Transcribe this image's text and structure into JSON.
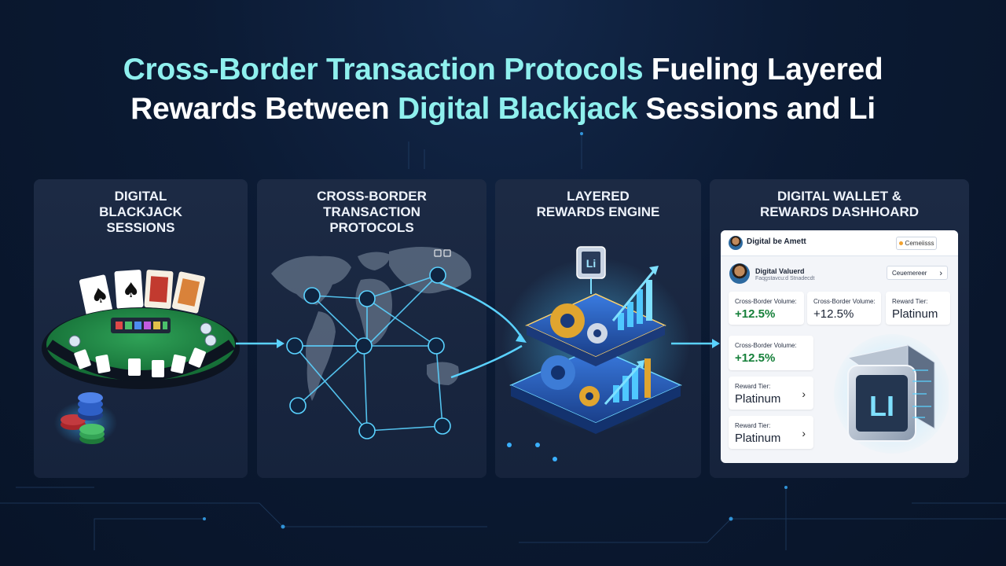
{
  "title": {
    "line1": [
      {
        "text": "Cross-Border Transaction Protocols",
        "accent": true
      },
      {
        "text": " Fueling Layered",
        "accent": false
      }
    ],
    "line2": [
      {
        "text": "Rewards Between ",
        "accent": false
      },
      {
        "text": "Digital Blackjack",
        "accent": true
      },
      {
        "text": " Sessions and Li",
        "accent": false
      }
    ]
  },
  "panels": [
    {
      "title": [
        "DIGITAL",
        "BLACKJACK",
        "SESSIONS"
      ]
    },
    {
      "title": [
        "CROSS-BORDER",
        "TRANSACTION",
        "PROTOCOLS"
      ]
    },
    {
      "title": [
        "LAYERED",
        "REWARDS ENGINE"
      ]
    },
    {
      "title": [
        "DIGITAL WALLET &",
        "REWARDS DASHHOARD"
      ]
    }
  ],
  "engine_cube_label": "Li",
  "wallet_cube_label": "LI",
  "dashboard": {
    "header_title": "Digital be Amett",
    "header_button": "Cemeiisss",
    "user_name": "Digital Valuerd",
    "user_sub": "Faqgstavcu:d Stnadecdt",
    "dropdown": "Ceuemereer",
    "cards": [
      {
        "label": "Cross-Border Volume:",
        "value": "+12.5%"
      },
      {
        "label": "Cross-Border Volume:",
        "value": "+12.5%"
      },
      {
        "label": "Reward Tier:",
        "value": "Platinum"
      },
      {
        "label": "Cross-Border Volume:",
        "value": "+12.5%"
      },
      {
        "label": "Reward Tier:",
        "value": "Platinum"
      },
      {
        "label": "Reward Tier:",
        "value": "Platinum"
      }
    ]
  },
  "colors": {
    "accent": "#8ff0ee",
    "glow": "#3fb5ff",
    "panel": "#1a2842",
    "gold": "#e0a52f",
    "green": "#16803a"
  }
}
